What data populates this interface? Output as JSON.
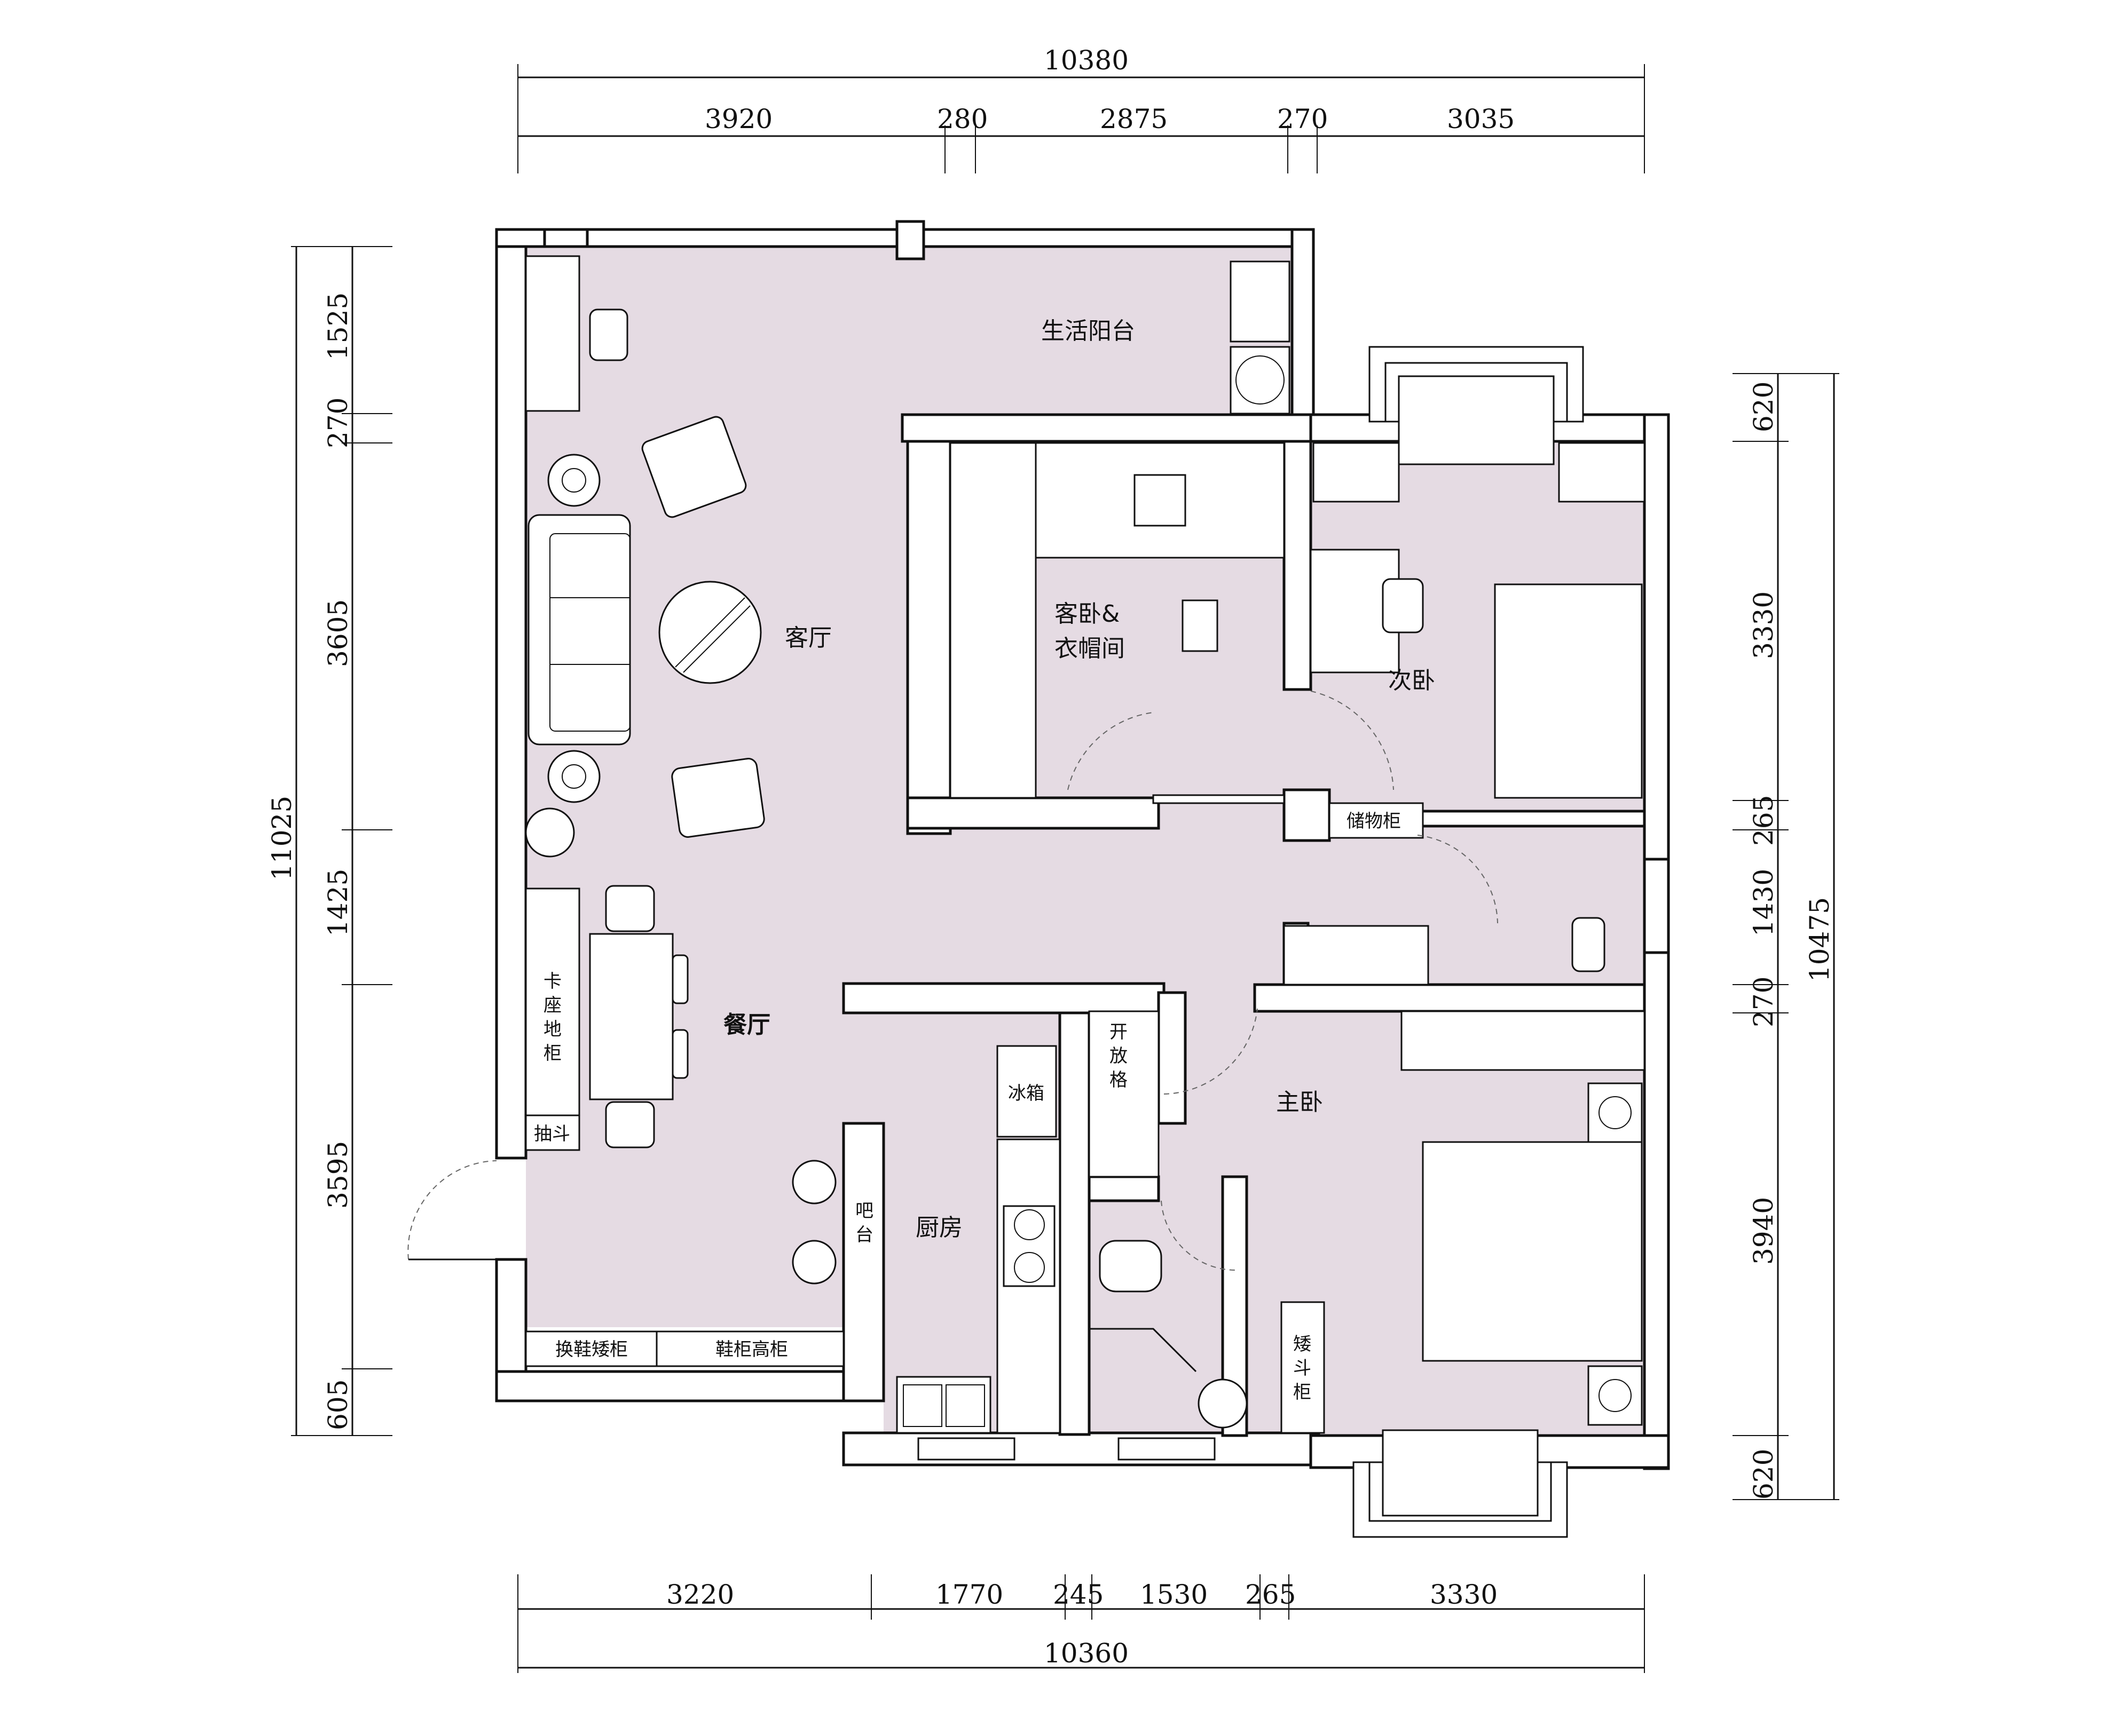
{
  "dimensions": {
    "top_total": "10380",
    "top": [
      "3920",
      "280",
      "2875",
      "270",
      "3035"
    ],
    "bottom": [
      "3220",
      "1770",
      "245",
      "1530",
      "265",
      "3330"
    ],
    "bottom_total": "10360",
    "left": [
      "1525",
      "270",
      "3605",
      "1425",
      "3595",
      "605"
    ],
    "left_total": "11025",
    "right": [
      "620",
      "3330",
      "265",
      "1430",
      "270",
      "3940",
      "620"
    ],
    "right_total": "10475"
  },
  "rooms": {
    "balcony": "生活阳台",
    "living": "客厅",
    "guest_line1": "客卧&",
    "guest_line2": "衣帽间",
    "second_bedroom": "次卧",
    "dining": "餐厅",
    "kitchen": "厨房",
    "master": "主卧"
  },
  "furniture": {
    "storage": "储物柜",
    "open_shelf": [
      "开",
      "放",
      "格"
    ],
    "fridge": "冰箱",
    "bar": [
      "吧",
      "台"
    ],
    "booth": [
      "卡",
      "座",
      "地",
      "柜"
    ],
    "drawer": "抽斗",
    "shoe_bench": "换鞋矮柜",
    "shoe_tall": "鞋柜高柜",
    "low_cabinet": [
      "矮",
      "斗",
      "柜"
    ]
  }
}
